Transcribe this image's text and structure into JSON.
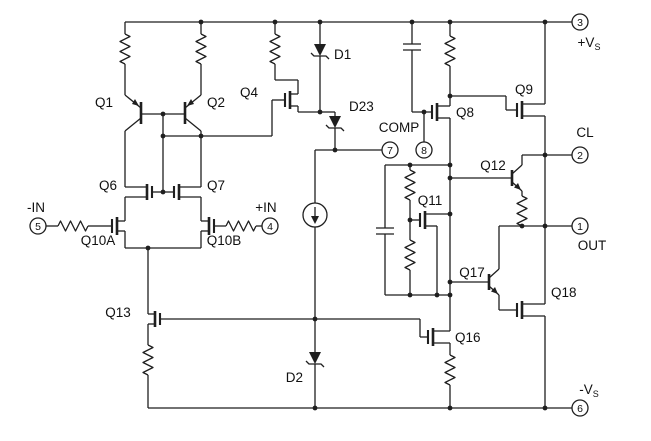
{
  "diagram": {
    "kind": "power op-amp internal simplified schematic",
    "components": {
      "q1": "Q1",
      "q2": "Q2",
      "q4": "Q4",
      "q6": "Q6",
      "q7": "Q7",
      "q8": "Q8",
      "q9": "Q9",
      "q10a": "Q10A",
      "q10b": "Q10B",
      "q11": "Q11",
      "q12": "Q12",
      "q13": "Q13",
      "q16": "Q16",
      "q17": "Q17",
      "q18": "Q18",
      "d1": "D1",
      "d2": "D2",
      "d23": "D23"
    },
    "pins": {
      "p1": {
        "num": "1",
        "label": "OUT"
      },
      "p2": {
        "num": "2",
        "label": "CL"
      },
      "p3": {
        "num": "3",
        "label_main": "+V",
        "label_sub": "S"
      },
      "p4": {
        "num": "4",
        "label": "+IN"
      },
      "p5": {
        "num": "5",
        "label": "-IN"
      },
      "p6": {
        "num": "6",
        "label_main": "-V",
        "label_sub": "S"
      },
      "p7": {
        "num": "7",
        "label": "COMP"
      },
      "p8": {
        "num": "8"
      }
    },
    "colors": {
      "ink": "#1f1f1f",
      "background": "#ffffff"
    }
  }
}
